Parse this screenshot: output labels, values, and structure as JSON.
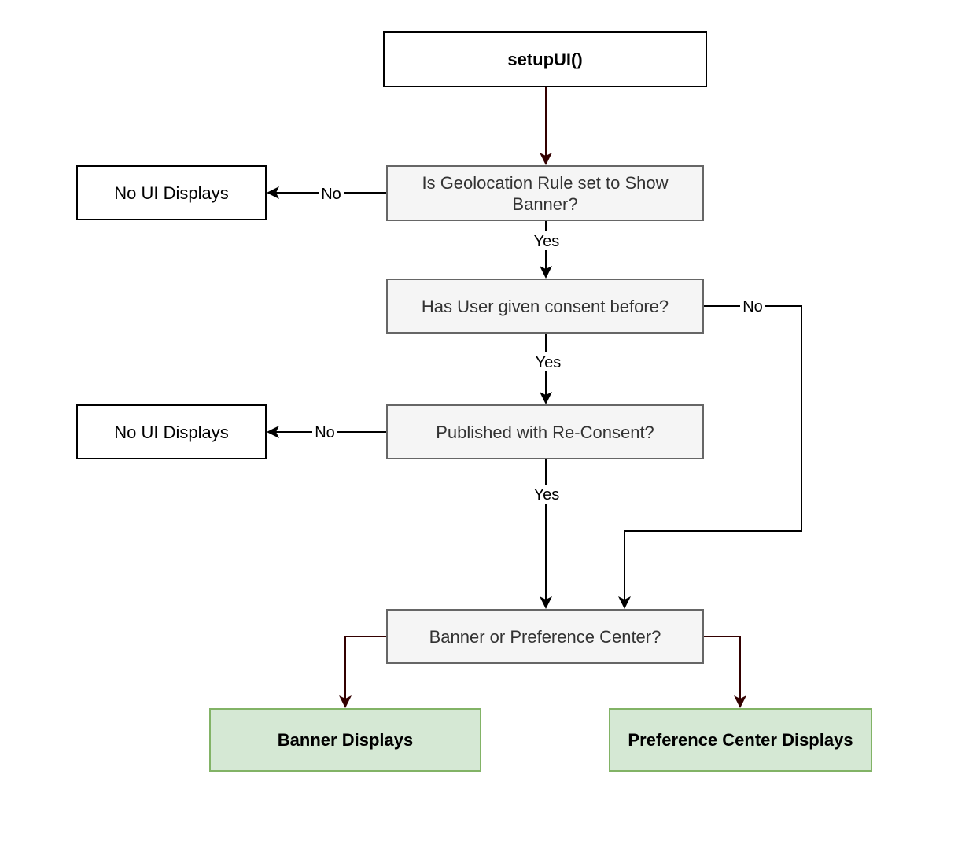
{
  "nodes": {
    "start": "setupUI()",
    "geolocation_decision": "Is Geolocation Rule set to Show Banner?",
    "no_ui_top": "No UI Displays",
    "consent_decision": "Has User given consent before?",
    "reconsent_decision": "Published with Re-Consent?",
    "no_ui_bottom": "No UI Displays",
    "banner_or_pc_decision": "Banner or Preference Center?",
    "banner_displays": "Banner Displays",
    "pc_displays": "Preference Center Displays"
  },
  "edges": {
    "geo_no": "No",
    "geo_yes": "Yes",
    "consent_no": "No",
    "consent_yes": "Yes",
    "reconsent_no": "No",
    "reconsent_yes": "Yes"
  },
  "colors": {
    "line": "#000000",
    "start_arrow": "#330000",
    "decision_fill": "#f5f5f5",
    "decision_border": "#666666",
    "result_fill": "#d5e8d4",
    "result_border": "#82b366"
  }
}
